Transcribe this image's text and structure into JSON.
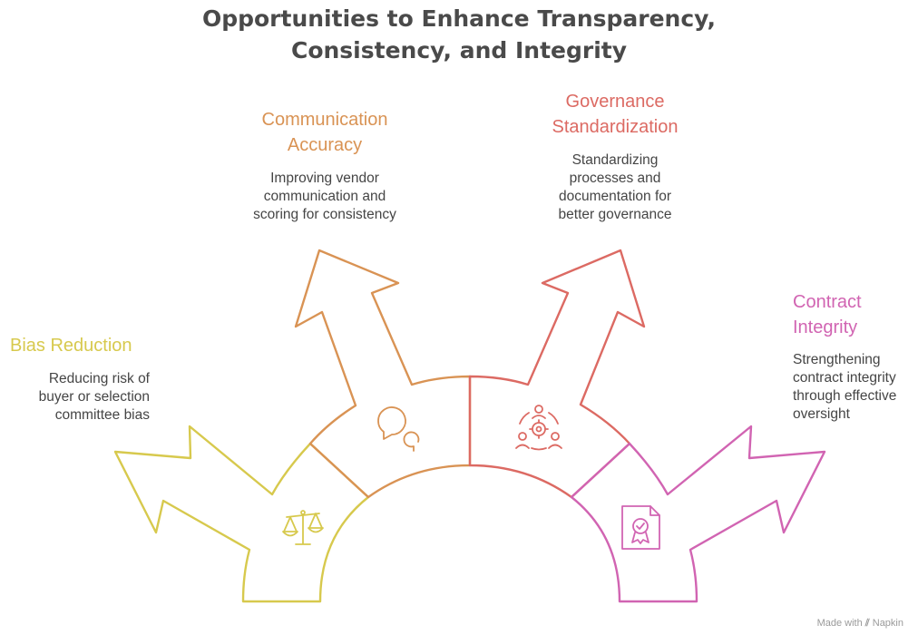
{
  "title": {
    "line1": "Opportunities to Enhance Transparency,",
    "line2": "Consistency, and Integrity"
  },
  "colors": {
    "bias": "#d7c94d",
    "communication": "#d99354",
    "governance": "#dc6a63",
    "contract": "#d164b2"
  },
  "segments": [
    {
      "label_lines": [
        "Bias Reduction"
      ],
      "desc_lines": [
        "Reducing risk of",
        "buyer or selection",
        "committee bias"
      ],
      "icon": "scales-icon"
    },
    {
      "label_lines": [
        "Communication",
        "Accuracy"
      ],
      "desc_lines": [
        "Improving vendor",
        "communication and",
        "scoring for consistency"
      ],
      "icon": "chat-bubbles-icon"
    },
    {
      "label_lines": [
        "Governance",
        "Standardization"
      ],
      "desc_lines": [
        "Standardizing",
        "processes and",
        "documentation for",
        "better governance"
      ],
      "icon": "team-gear-icon"
    },
    {
      "label_lines": [
        "Contract",
        "Integrity"
      ],
      "desc_lines": [
        "Strengthening",
        "contract integrity",
        "through effective",
        "oversight"
      ],
      "icon": "certificate-icon"
    }
  ],
  "watermark": {
    "prefix": "Made with",
    "logo": "⫽",
    "brand": "Napkin"
  }
}
